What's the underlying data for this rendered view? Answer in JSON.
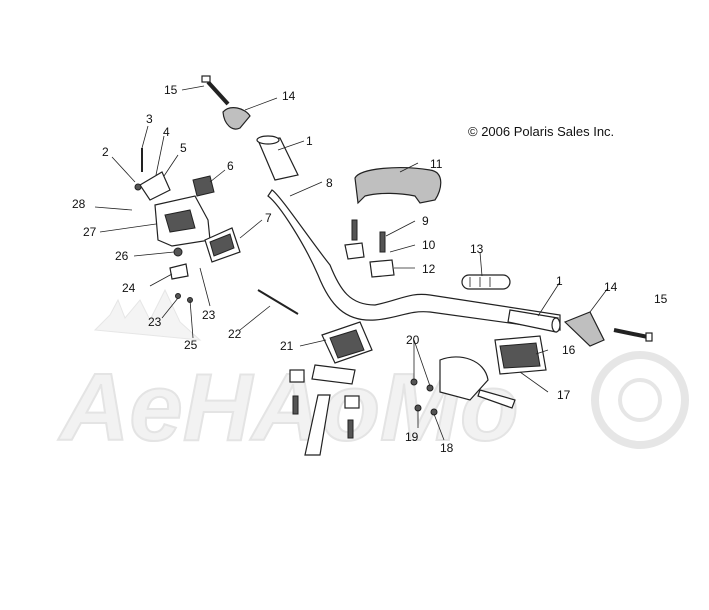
{
  "copyright": "© 2006 Polaris Sales Inc.",
  "watermark": "AeHAoMo",
  "callouts": [
    "15",
    "14",
    "1",
    "3",
    "4",
    "2",
    "5",
    "6",
    "28",
    "27",
    "7",
    "26",
    "24",
    "23",
    "25",
    "23",
    "22",
    "8",
    "11",
    "9",
    "10",
    "12",
    "13",
    "1",
    "14",
    "15",
    "21",
    "20",
    "16",
    "17",
    "19",
    "18"
  ]
}
